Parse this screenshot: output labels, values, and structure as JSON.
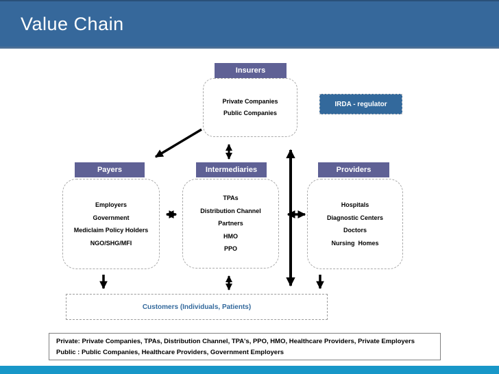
{
  "slide": {
    "title": "Value Chain"
  },
  "groups": {
    "insurers": {
      "label": "Insurers",
      "items": [
        "Private Companies",
        "Public Companies"
      ]
    },
    "payers": {
      "label": "Payers",
      "items": [
        "Employers",
        "Government",
        "Mediclaim Policy Holders",
        "NGO/SHG/MFI"
      ]
    },
    "intermediaries": {
      "label": "Intermediaries",
      "items": [
        "TPAs",
        "Distribution Channel",
        "Partners",
        "HMO",
        "PPO"
      ]
    },
    "providers": {
      "label": "Providers",
      "items": [
        "Hospitals",
        "Diagnostic Centers",
        "Doctors",
        "Nursing  Homes"
      ]
    }
  },
  "regulator": {
    "label": "IRDA - regulator"
  },
  "customers": {
    "label": "Customers (Individuals, Patients)"
  },
  "footnote": {
    "line1": "Private: Private Companies, TPAs, Distribution Channel, TPA's, PPO, HMO, Healthcare Providers, Private Employers",
    "line2": "Public : Public Companies, Healthcare Providers, Government Employers"
  },
  "colors": {
    "header_bg": "#36689B",
    "group_header_bg": "#5F6195",
    "regulator_bg": "#33699C",
    "customers_text": "#33699C",
    "bottom_bar": "#1897C8",
    "arrow": "#000000"
  }
}
